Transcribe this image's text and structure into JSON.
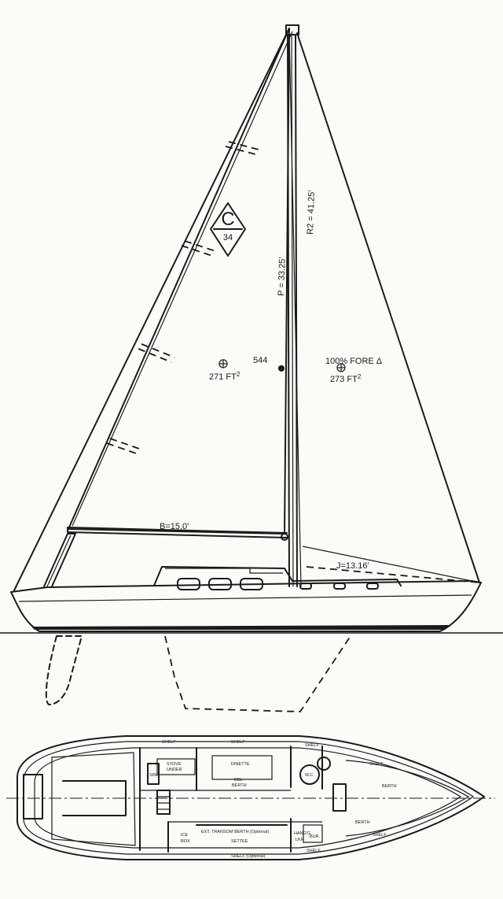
{
  "logo": {
    "letter": "C",
    "number": "34"
  },
  "dimensions": {
    "p": "P = 33.25'",
    "i_or_r2": "R2 = 41.25'",
    "boom": "B=15.0'",
    "j": "J=13.16'"
  },
  "sail_areas": {
    "main": {
      "value": "271 FT",
      "sup": "2"
    },
    "center_label": "544",
    "fore_title": "100% FORE Δ",
    "fore": {
      "value": "273 FT",
      "sup": "2"
    }
  },
  "plan_labels": {
    "shelf_1": "SHELF",
    "shelf_2": "SHELF",
    "shelf_3": "SHELF",
    "shelf_4": "SHELF",
    "shelf_5": "SHELF",
    "shelf_6": "SHELF",
    "shelf_7": "SHELF (Optional)",
    "stove": "STOVE",
    "under": "UNDER",
    "sink": "SINK",
    "dinette": "DINETTE",
    "dbl": "DBL",
    "berth": "BERTH",
    "wc": "W.C.",
    "berth_2": "BERTH",
    "berth_3": "BERTH",
    "ice": "ICE",
    "box": "BOX",
    "transom": "EXT. TRANSOM BERTH (Optional)",
    "settee": "SETTEE",
    "hanging": "HANG'G",
    "locker": "LKR",
    "bureau": "BUR."
  }
}
